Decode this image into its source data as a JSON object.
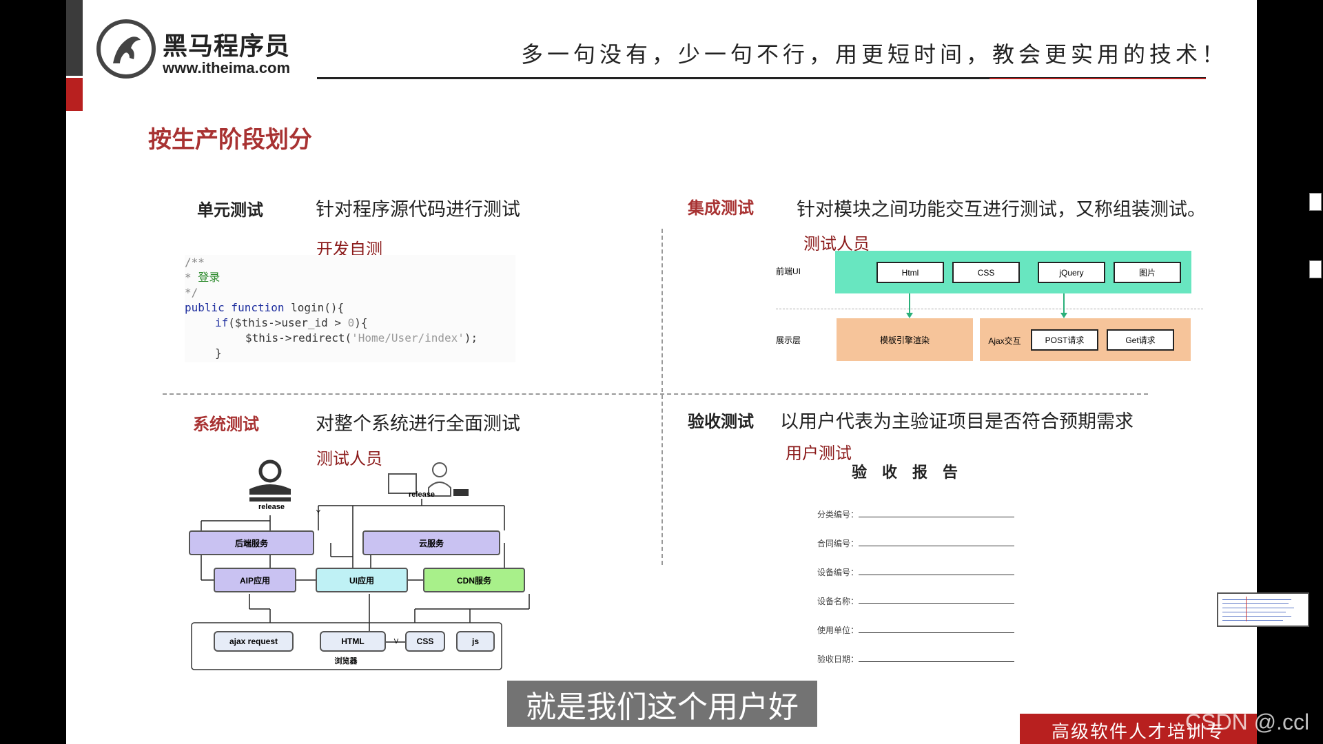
{
  "header": {
    "brand": "黑马程序员",
    "url": "www.itheima.com",
    "slogan": "多一句没有，少一句不行，用更短时间，教会更实用的技术！"
  },
  "section_title": "按生产阶段划分",
  "quadrants": {
    "unit": {
      "title": "单元测试",
      "description": "针对程序源代码进行测试",
      "sub": "开发自测",
      "code": {
        "line1": "/**",
        "line2_prefix": " * ",
        "line2_comment": "登录",
        "line3": " */",
        "line4_kw": "public function",
        "line4_rest": " login(){",
        "line5_kw": "if",
        "line5_a": "($this->user_id > ",
        "line5_num": "0",
        "line5_b": "){",
        "line6_a": "$this->redirect(",
        "line6_str": "'Home/User/index'",
        "line6_b": ");",
        "line7": "}"
      }
    },
    "integration": {
      "title": "集成测试",
      "description": "针对模块之间功能交互进行测试，又称组装测试。",
      "sub": "测试人员",
      "diagram": {
        "row1_label": "前端UI",
        "row2_label": "展示层",
        "ui_items": [
          "Html",
          "CSS",
          "jQuery",
          "图片"
        ],
        "engine": "模板引擎渲染",
        "ajax": "Ajax交互",
        "post": "POST请求",
        "get": "Get请求"
      }
    },
    "system": {
      "title": "系统测试",
      "description": "对整个系统进行全面测试",
      "sub": "测试人员",
      "diagram": {
        "release1": "release",
        "release2": "release",
        "y": "Y",
        "v": "V",
        "backend": "后端服务",
        "cloud": "云服务",
        "aip": "AIP应用",
        "ui": "UI应用",
        "cdn": "CDN服务",
        "ajax": "ajax request",
        "html": "HTML",
        "css": "CSS",
        "js": "js",
        "browser": "浏览器"
      }
    },
    "acceptance": {
      "title": "验收测试",
      "description": "以用户代表为主验证项目是否符合预期需求",
      "sub": "用户测试",
      "report_title": "验收报告",
      "fields": [
        "分类编号：",
        "合同编号：",
        "设备编号：",
        "设备名称：",
        "使用单位：",
        "验收日期："
      ]
    }
  },
  "subtitle": "就是我们这个用户好",
  "footer": "高级软件人才培训专",
  "watermark": "CSDN @.ccl",
  "colors": {
    "accent_red": "#b8201f",
    "title_red": "#a83232",
    "green_box": "#68e6c0",
    "orange_box": "#f6c49a",
    "purple_box": "#c9c2f2",
    "cyan_box": "#bff1f5",
    "lime_box": "#a8f08a"
  }
}
